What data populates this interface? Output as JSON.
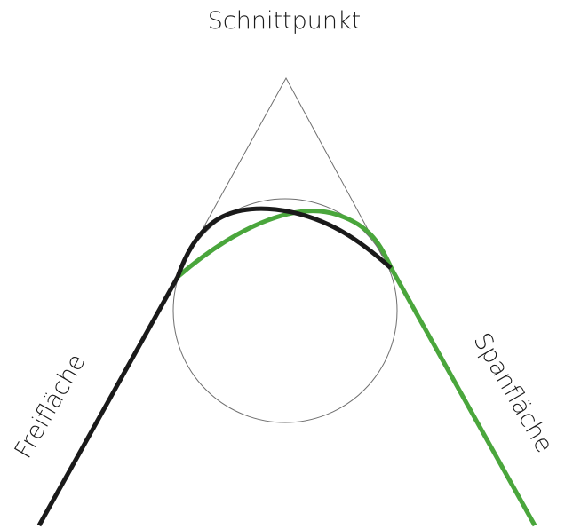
{
  "labels": {
    "title": "Schnittpunkt",
    "left_face": "Freifläche",
    "right_face": "Spanfläche"
  },
  "colors": {
    "background": "#ffffff",
    "construction_lines": "#6e6e6e",
    "black_edge": "#1a1a1a",
    "green_edge": "#4aa63c",
    "text": "#1a1a1a"
  }
}
